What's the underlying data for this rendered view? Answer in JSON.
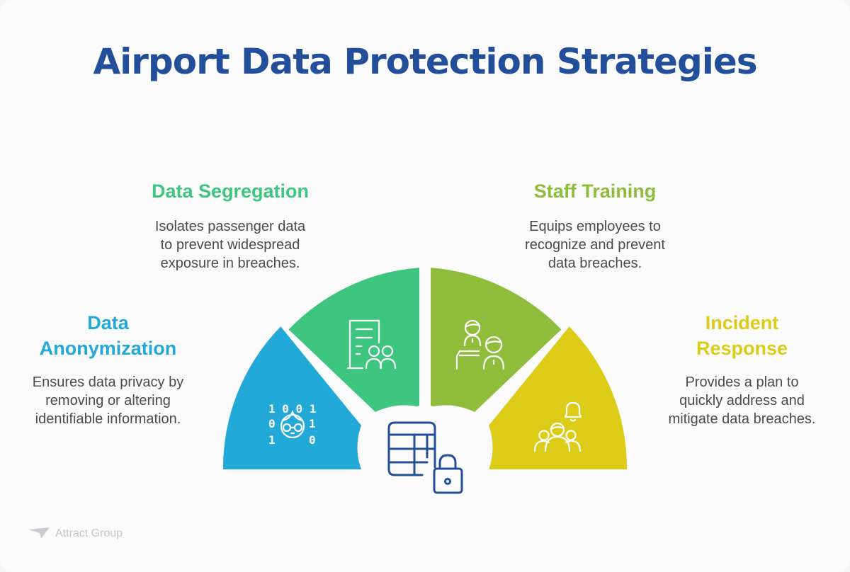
{
  "title": "Airport Data Protection Strategies",
  "colors": {
    "title": "#234f9a",
    "anonymization": "#22a9d8",
    "segregation": "#3ec57f",
    "training": "#8fbd3b",
    "incident": "#dccc17",
    "center_icon": "#234f9a",
    "body_text": "#4b4b4b"
  },
  "strategies": [
    {
      "heading_line1": "Data",
      "heading_line2": "Anonymization",
      "desc_line1": "Ensures data privacy by",
      "desc_line2": "removing or altering",
      "desc_line3": "identifiable information.",
      "icon": "binary-face-icon",
      "icon_text": {
        "r1": "1 0 0 1",
        "l2": "0",
        "r2": "1",
        "l3": "1",
        "r3": "0"
      }
    },
    {
      "heading_line1": "Data Segregation",
      "desc_line1": "Isolates passenger data",
      "desc_line2": "to prevent widespread",
      "desc_line3": "exposure in breaches.",
      "icon": "document-people-icon"
    },
    {
      "heading_line1": "Staff Training",
      "desc_line1": "Equips employees to",
      "desc_line2": "recognize and prevent",
      "desc_line3": "data breaches.",
      "icon": "training-people-icon"
    },
    {
      "heading_line1": "Incident",
      "heading_line2": "Response",
      "desc_line1": "Provides a plan to",
      "desc_line2": "quickly address and",
      "desc_line3": "mitigate data breaches.",
      "icon": "bell-group-icon"
    }
  ],
  "center_icon": "table-lock-icon",
  "logo": {
    "text": "Attract Group"
  }
}
